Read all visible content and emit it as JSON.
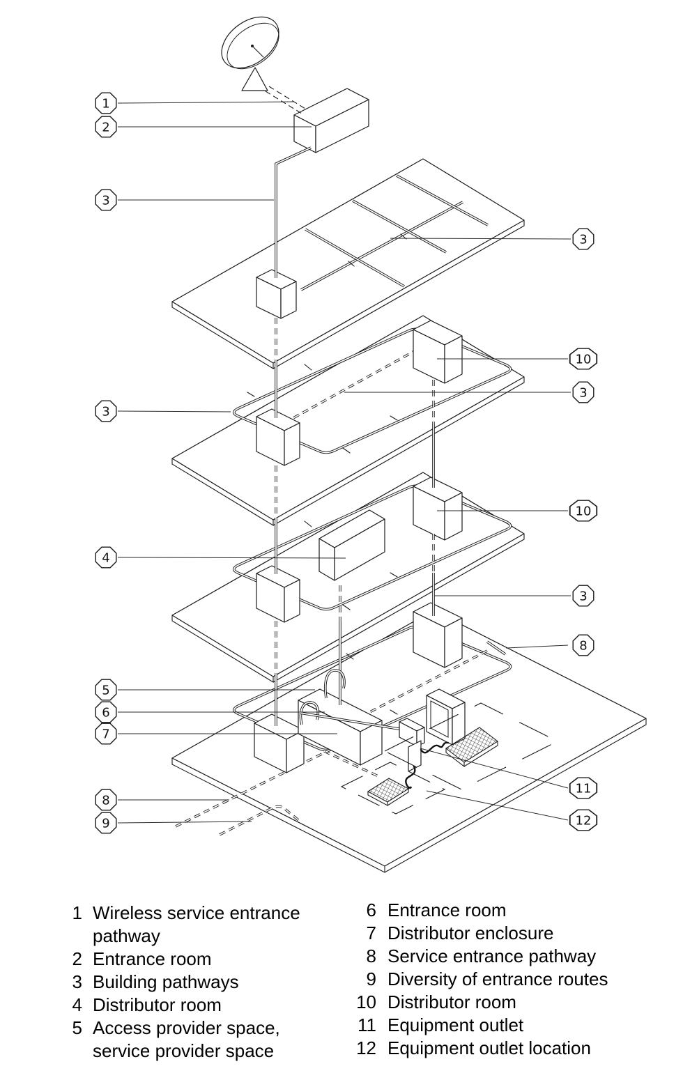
{
  "diagram": {
    "callouts": {
      "c1": "1",
      "c2": "2",
      "c3a": "3",
      "c3b": "3",
      "c4": "4",
      "c5": "5",
      "c6": "6",
      "c7": "7",
      "c8b": "8",
      "c9": "9",
      "c3c": "3",
      "c10a": "10",
      "c3d": "3",
      "c10b": "10",
      "c3e": "3",
      "c8a": "8",
      "c11": "11",
      "c12": "12"
    }
  },
  "legend": {
    "left": [
      {
        "num": "1",
        "label": "Wireless service entrance pathway"
      },
      {
        "num": "2",
        "label": "Entrance room"
      },
      {
        "num": "3",
        "label": "Building pathways"
      },
      {
        "num": "4",
        "label": "Distributor room"
      },
      {
        "num": "5",
        "label": "Access provider space, service provider space"
      }
    ],
    "right": [
      {
        "num": "6",
        "label": "Entrance room"
      },
      {
        "num": "7",
        "label": "Distributor enclosure"
      },
      {
        "num": "8",
        "label": "Service entrance pathway"
      },
      {
        "num": "9",
        "label": "Diversity of entrance routes"
      },
      {
        "num": "10",
        "label": "Distributor room"
      },
      {
        "num": "11",
        "label": "Equipment outlet"
      },
      {
        "num": "12",
        "label": "Equipment outlet location"
      }
    ]
  },
  "colors": {
    "line": "#1a1a1a",
    "background": "#ffffff"
  }
}
